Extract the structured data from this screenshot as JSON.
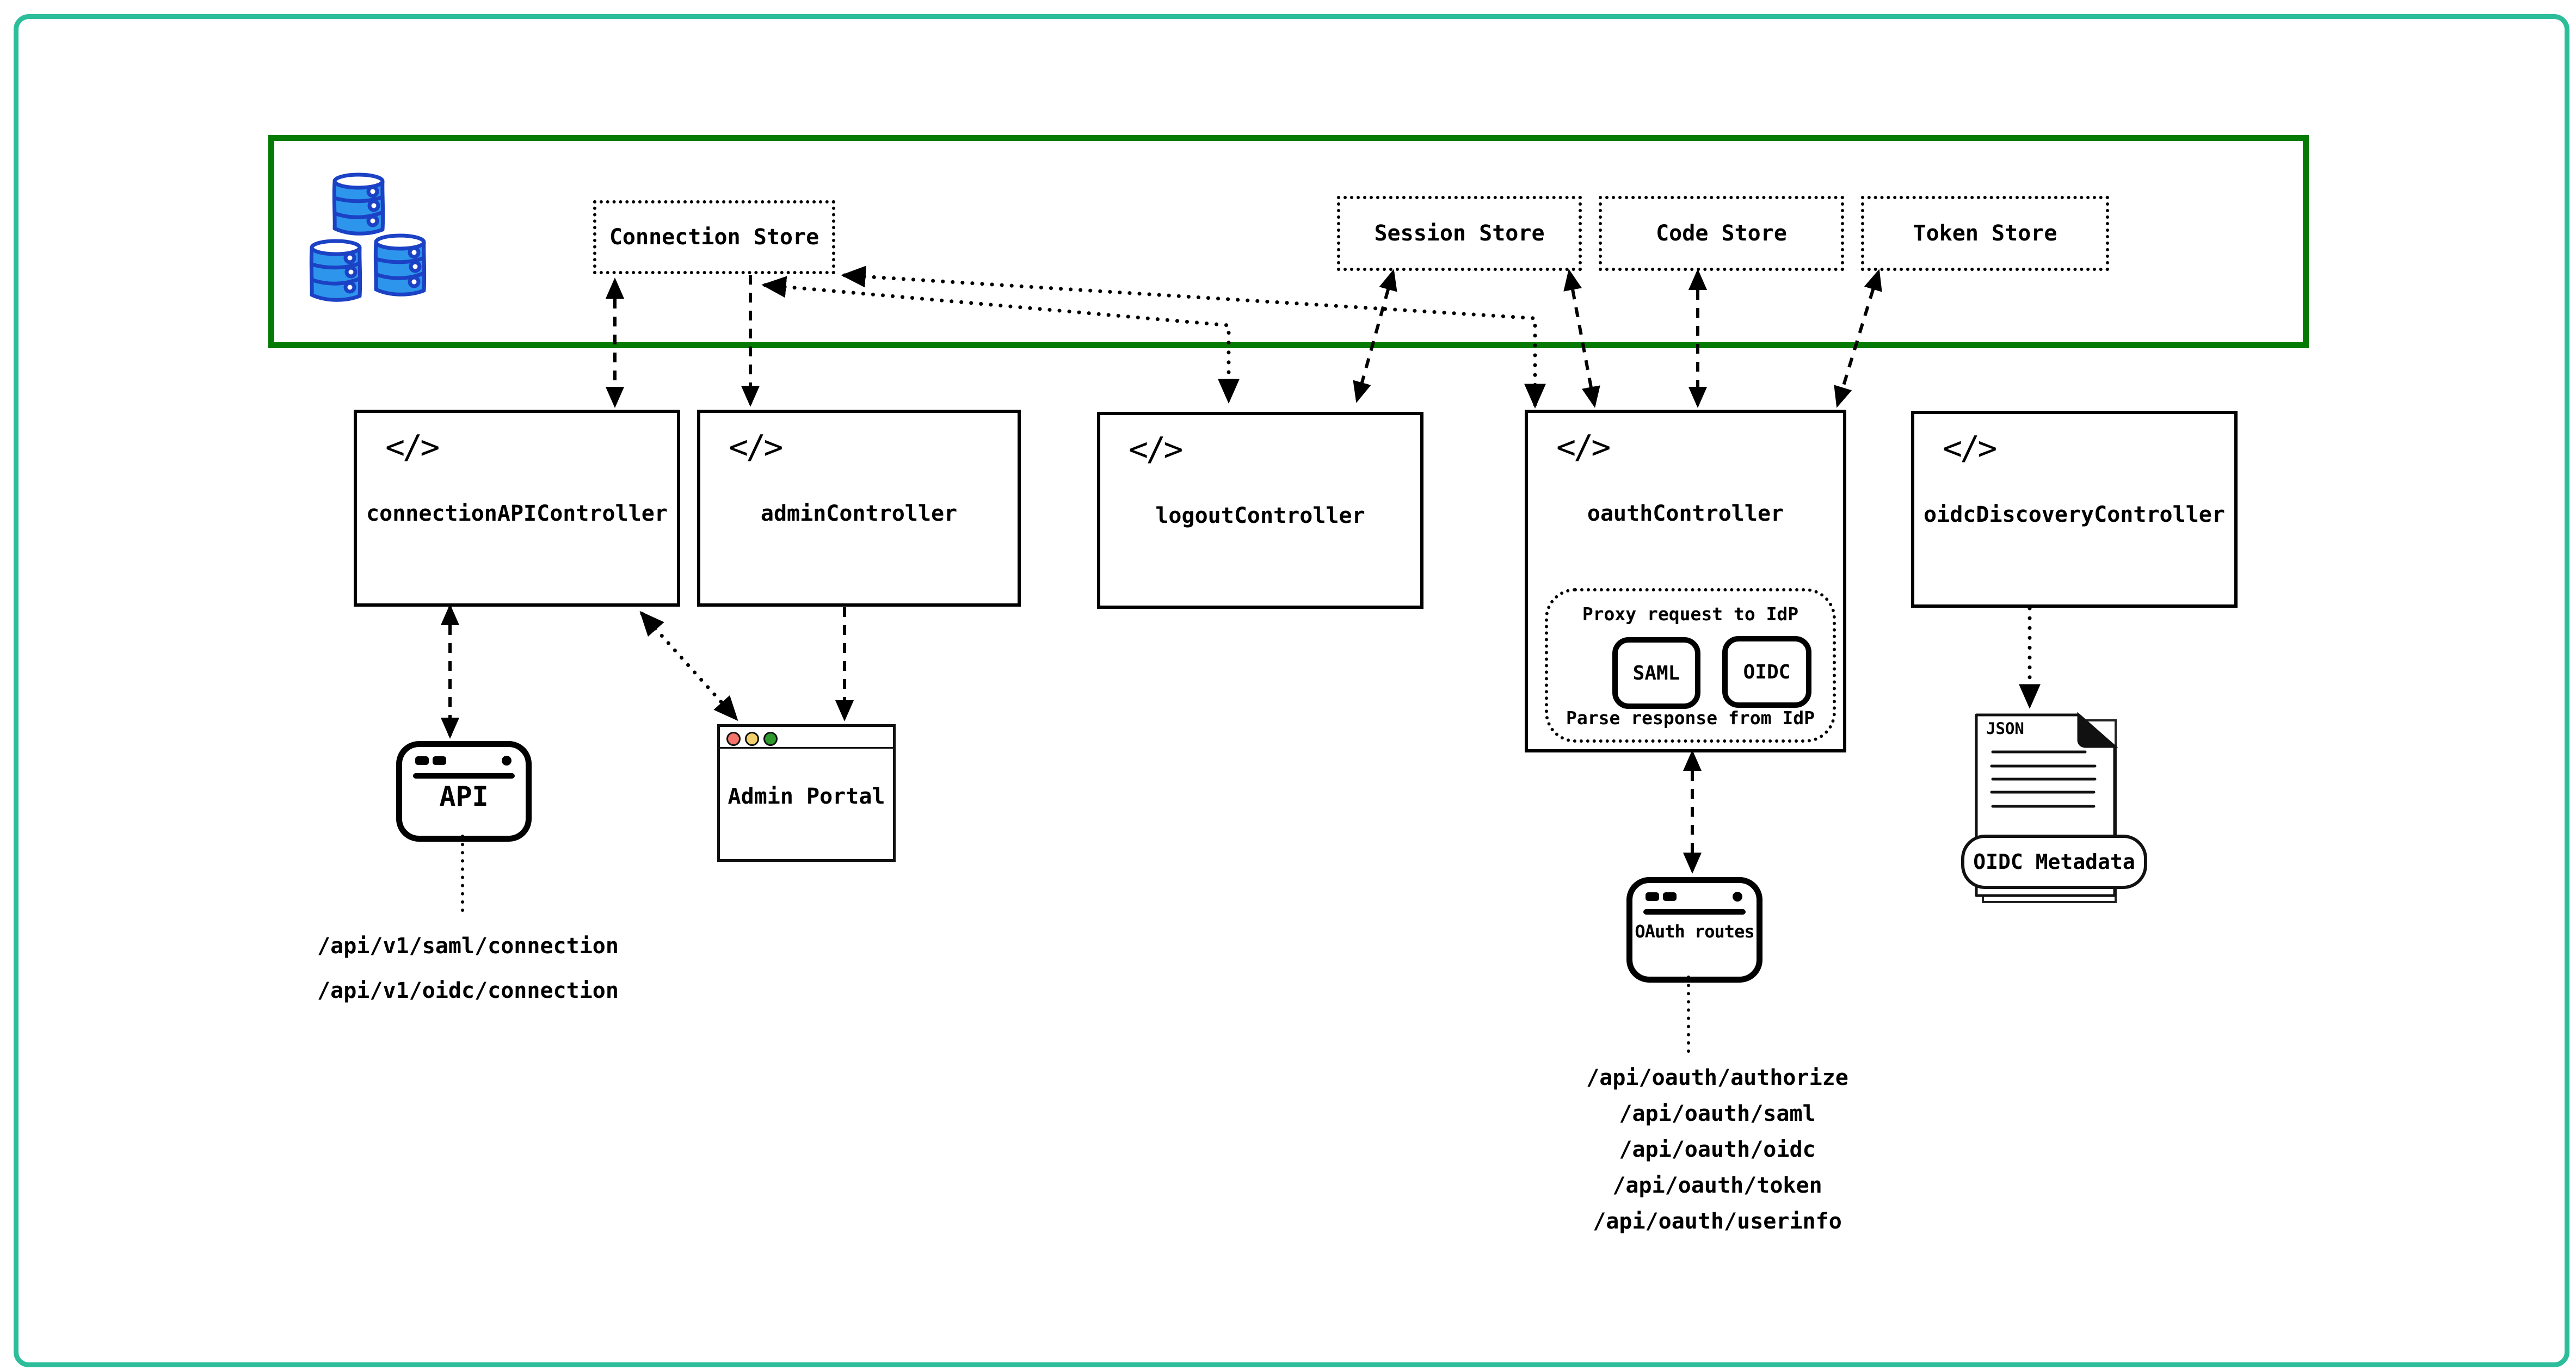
{
  "diagram": {
    "data_layer": {
      "stores": [
        {
          "id": "connection-store",
          "label": "Connection Store"
        },
        {
          "id": "session-store",
          "label": "Session Store"
        },
        {
          "id": "code-store",
          "label": "Code Store"
        },
        {
          "id": "token-store",
          "label": "Token Store"
        }
      ]
    },
    "code_icon_glyph": "</>",
    "controllers": [
      {
        "id": "connection-api-controller",
        "label": "connectionAPIController"
      },
      {
        "id": "admin-controller",
        "label": "adminController"
      },
      {
        "id": "logout-controller",
        "label": "logoutController"
      },
      {
        "id": "oauth-controller",
        "label": "oauthController"
      },
      {
        "id": "oidc-discovery-controller",
        "label": "oidcDiscoveryController"
      }
    ],
    "oauth_proxy": {
      "top_label": "Proxy request to IdP",
      "protocols": [
        "SAML",
        "OIDC"
      ],
      "bottom_label": "Parse response from IdP"
    },
    "api_client": {
      "label": "API",
      "routes": [
        "/api/v1/saml/connection",
        "/api/v1/oidc/connection"
      ]
    },
    "admin_portal": {
      "label": "Admin Portal"
    },
    "oauth_routes_client": {
      "label": "OAuth routes",
      "routes": [
        "/api/oauth/authorize",
        "/api/oauth/saml",
        "/api/oauth/oidc",
        "/api/oauth/token",
        "/api/oauth/userinfo"
      ]
    },
    "oidc_document": {
      "file_type": "JSON",
      "label": "OIDC Metadata"
    }
  },
  "colors": {
    "frame_teal": "#2cbe9a",
    "data_layer_green": "#057a05",
    "line_black": "#000000",
    "db_fill": "#2d96ec",
    "db_stroke": "#1b41c5",
    "traffic_red": "#f3746b",
    "traffic_yellow": "#f2d16c",
    "traffic_green": "#2c9b2c"
  }
}
